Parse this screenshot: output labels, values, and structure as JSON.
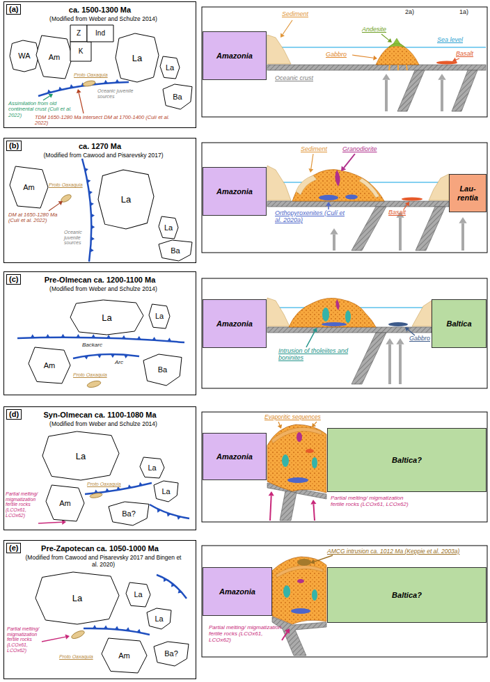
{
  "diagram": {
    "nodes": [
      {
        "text": [
          "(a)",
          "ca. 1500-1300 Ma",
          "(Modified from Weber and Schulze 2014)"
        ]
      },
      {
        "text": [
          "WA"
        ],
        "in": 0
      },
      {
        "text": [
          "Am"
        ],
        "in": 0
      },
      {
        "text": [
          "Z"
        ],
        "in": 0
      },
      {
        "text": [
          "K"
        ],
        "in": 0
      },
      {
        "text": [
          "Ind"
        ],
        "in": 0
      },
      {
        "text": [
          "La"
        ],
        "in": 0
      },
      {
        "text": [
          "La"
        ],
        "in": 0
      },
      {
        "text": [
          "Ba"
        ],
        "in": 0
      },
      {
        "text": [
          "Amazonia"
        ]
      },
      {
        "text": [
          "(b)",
          "ca. 1270 Ma",
          "(Modified from Cawood and Pisarevsky 2017)"
        ]
      },
      {
        "text": [
          "Am"
        ],
        "in": 10
      },
      {
        "text": [
          "La"
        ],
        "in": 10
      },
      {
        "text": [
          "La"
        ],
        "in": 10
      },
      {
        "text": [
          "Ba"
        ],
        "in": 10
      },
      {
        "text": [
          "Amazonia"
        ]
      },
      {
        "text": [
          "Lau- rentia"
        ]
      },
      {
        "text": [
          "(c)",
          "Pre-Olmecan ca. 1200-1100 Ma",
          "(Modified from Weber and Schulze 2014)"
        ]
      },
      {
        "text": [
          "La"
        ],
        "in": 17
      },
      {
        "text": [
          "La"
        ],
        "in": 17
      },
      {
        "text": [
          "Am"
        ],
        "in": 17
      },
      {
        "text": [
          "Ba"
        ],
        "in": 17
      },
      {
        "text": [
          "Amazonia"
        ]
      },
      {
        "text": [
          "Baltica"
        ]
      },
      {
        "text": [
          "(d)",
          "Syn-Olmecan ca. 1100-1080 Ma",
          "(Modified from Weber and Schulze 2014)"
        ]
      },
      {
        "text": [
          "La"
        ],
        "in": 24
      },
      {
        "text": [
          "La"
        ],
        "in": 24
      },
      {
        "text": [
          "La"
        ],
        "in": 24
      },
      {
        "text": [
          "Am"
        ],
        "in": 24
      },
      {
        "text": [
          "Ba?"
        ],
        "in": 24
      },
      {
        "text": [
          "Amazonia"
        ]
      },
      {
        "text": [
          "Baltica?"
        ]
      },
      {
        "text": [
          "(e)",
          "Pre-Zapotecan ca. 1050-1000 Ma",
          "(Modified from Cawood and Pisarevsky 2017 and Bingen et al. 2020)"
        ]
      },
      {
        "text": [
          "La"
        ],
        "in": 32
      },
      {
        "text": [
          "La"
        ],
        "in": 32
      },
      {
        "text": [
          "La"
        ],
        "in": 32
      },
      {
        "text": [
          "Ba?"
        ],
        "in": 32
      },
      {
        "text": [
          "Am"
        ],
        "in": 32
      },
      {
        "text": [
          "Amazonia"
        ]
      },
      {
        "text": [
          "Baltica?"
        ]
      }
    ],
    "labels": [
      "Proto Oaxaquia",
      "Oceanic juvenile sources",
      "Assimilation from old continental crust (Culí et al. 2022)",
      "TDM 1650-1280 Ma intersect DM at 1700-1400 (Culí et al. 2022)",
      "Sediment",
      "Andesite",
      "2a)",
      "1a)",
      "Sea level",
      "Gabbro",
      "Basalt",
      "Oceanic crust",
      "DM at 1650-1280 Ma (Culí et al. 2022)",
      "Proto Oaxaquia",
      "Oceanic juvenile sources",
      "Sediment",
      "Granodiorite",
      "Orthopyroxenites (Culí et al. 2020a)",
      "Basalt",
      "Backarc",
      "Arc",
      "Proto Oaxaquia",
      "Intrusion of tholeiites and boninites",
      "Gabbro",
      "Proto Oaxaquia",
      "Partial melting/ migmatization fertile rocks (LCOx61, LCOx62)",
      "Evaporitic sequences",
      "Partial melting/ migmatization fertile rocks (LCOx61, LCOx62)",
      "Proto Oaxaquia",
      "Partial melting/ migmatization fertile rocks (LCOx61, LCOx62)",
      "AMCG intrusion ca. 1012 Ma (Keppie et al. 2003a)",
      "Partial melting/ migmatization fertile rocks (LCOx61, LCOx62)"
    ]
  }
}
